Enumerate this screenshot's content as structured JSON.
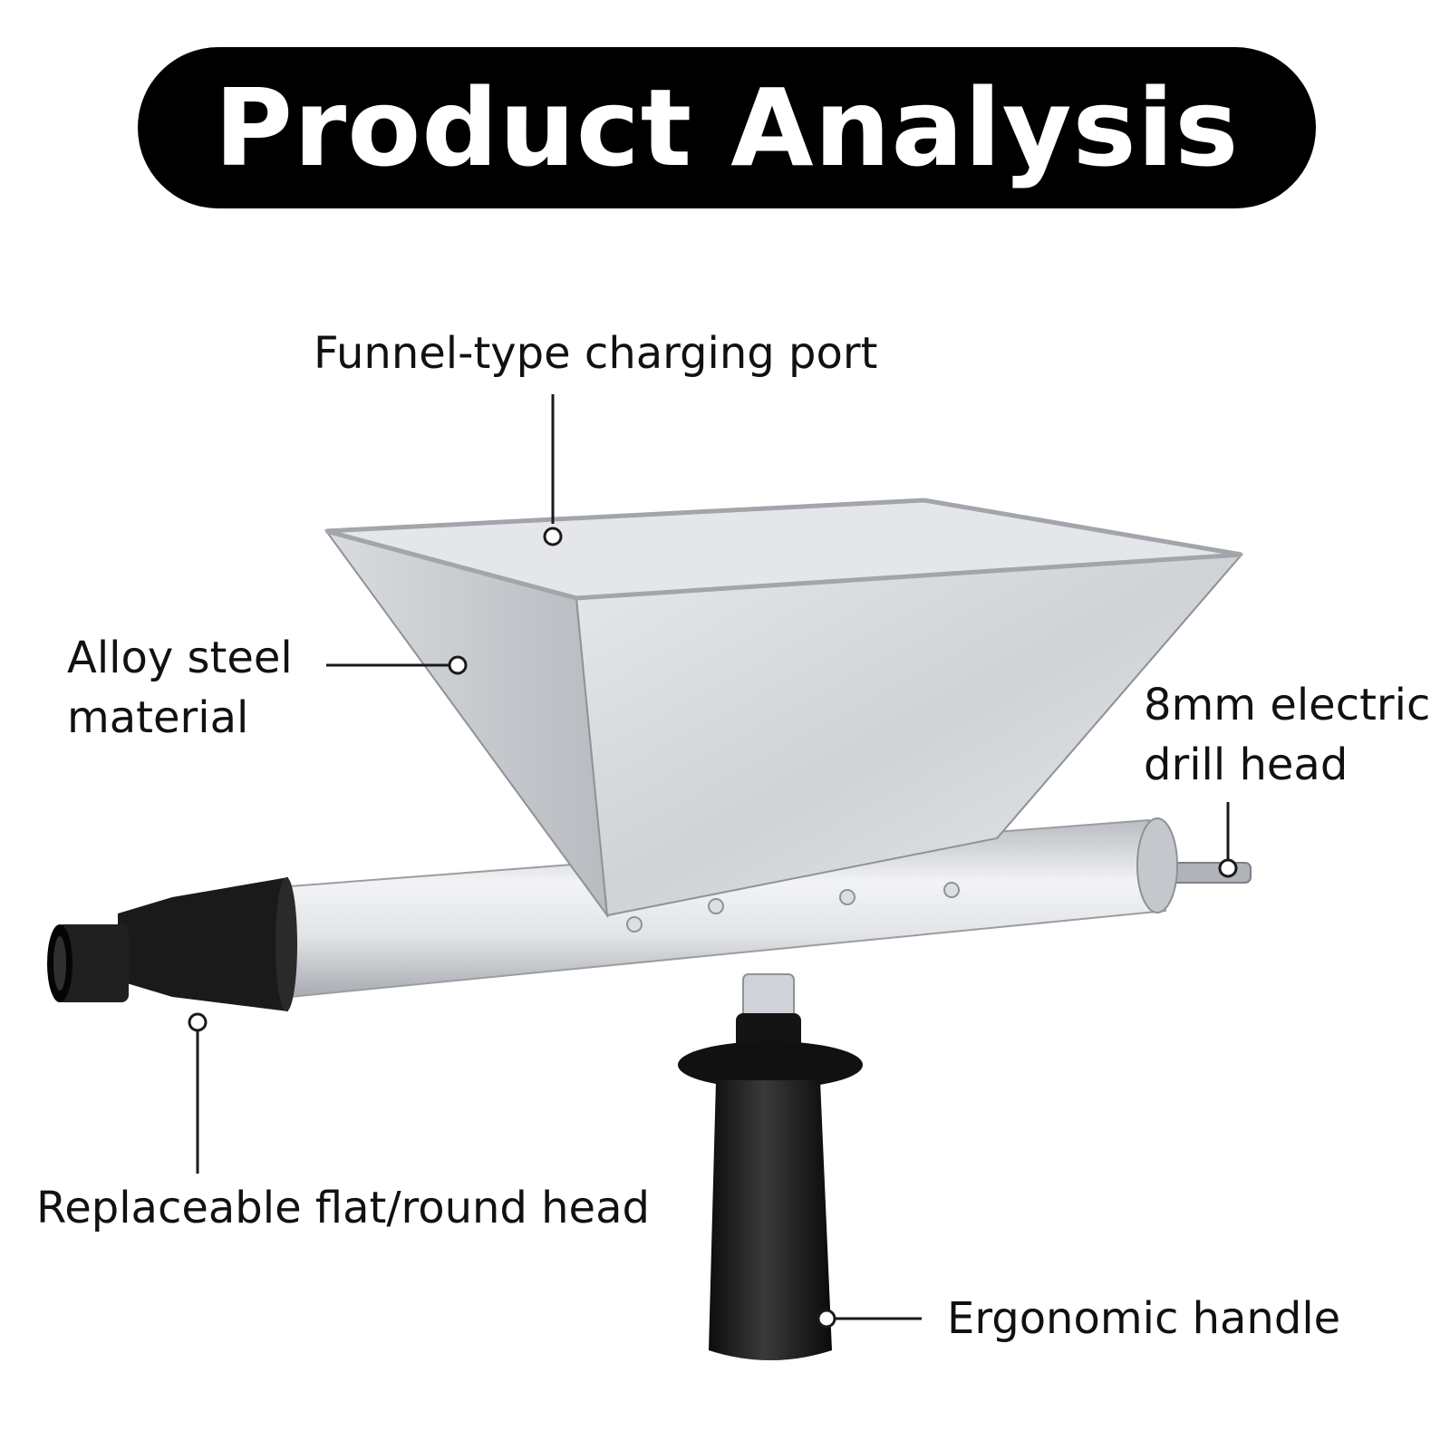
{
  "header": {
    "title": "Product Analysis"
  },
  "callouts": {
    "funnel": "Funnel-type charging port",
    "material_line1": "Alloy steel",
    "material_line2": "material",
    "drill_line1": "8mm electric",
    "drill_line2": "drill head",
    "head": "Replaceable flat/round head",
    "handle": "Ergonomic handle"
  },
  "colors": {
    "title_bg": "#000000",
    "title_text": "#ffffff",
    "label_text": "#111111",
    "metal": "#d4d6da",
    "plastic": "#141414"
  }
}
